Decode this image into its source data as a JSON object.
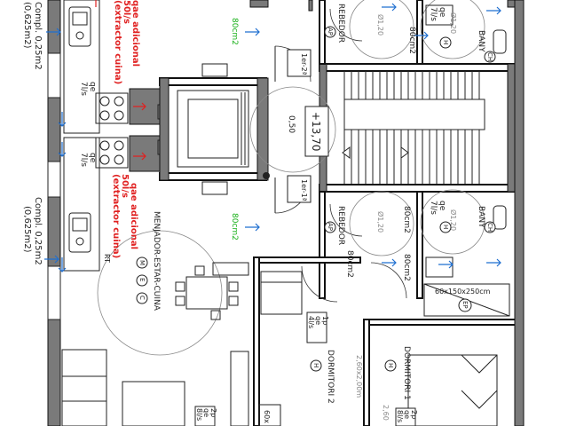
{
  "labels": {
    "compl_top": "Compl. 0,25m2",
    "compl_top_sub": "(0,625m2)",
    "compl_bottom": "Compl. 0,25m2",
    "compl_bottom_sub": "(0,625m2)",
    "qae_top": "qae adicional",
    "qae_top_flow": "50l/s",
    "qae_top_note": "(extractor cuina)",
    "qae_bottom": "qae adicional",
    "qae_bottom_flow": "50l/s",
    "qae_bottom_note": "(extractor cuina)",
    "qe_top": "qe",
    "qe_top_flow": "7l/s",
    "qe_mid": "qe",
    "qe_mid_flow": "7l/s",
    "area_green_top": "80cm2",
    "area_green_bottom": "80cm2",
    "rebedor_top": "REBEDOR",
    "rebedor_top_area": "80cm2",
    "rebedor_bottom": "REBEDOR",
    "rebedor_bottom_area": "80cm2",
    "bany_top": "BANY",
    "bany_bottom": "BANY",
    "bany_top_area": "80cm2",
    "bany_bottom_area": "80cm2",
    "bany_top_qe": "qe",
    "bany_top_flow": "7l/s",
    "bany_bottom_qe": "qe",
    "bany_bottom_flow": "7l/s",
    "ap_top": "AP",
    "ap_bottom": "AP",
    "ch_top": "CH",
    "ch_bottom": "CH",
    "h_top": "H",
    "h_bottom": "H",
    "landing_top": "1er-2ª",
    "landing_bottom": "1er-1ª",
    "level": "+13,70",
    "dim_050": "0,50",
    "dim_120_a": "Ø1,20",
    "dim_120_b": "Ø1,20",
    "dim_120_c": "Ø1,20",
    "dim_120_d": "Ø1,20",
    "menjador": "MENJADOR-ESTAR-CUINA",
    "menjador_m": "M",
    "menjador_e": "E",
    "menjador_c": "C",
    "dormitori2": "DORMITORI 2",
    "dormitori2_h": "H",
    "dormitori2_dim": "2,60x2,00m",
    "dormitori2_qe": "qe",
    "dormitori2_count": "1p",
    "dormitori2_flow": "4l/s",
    "dormitori1": "DORMITORI 1",
    "dormitori1_h": "H",
    "dormitori1_dim": "2,60",
    "dormitori1_qe": "qe",
    "dormitori1_count": "2p",
    "dormitori1_flow": "8l/s",
    "living_qe": "qe",
    "living_count": "2p",
    "living_flow": "8l/s",
    "shower": "60x150x250cm",
    "ep": "EP",
    "rt": "RT",
    "small_60": "60x"
  }
}
